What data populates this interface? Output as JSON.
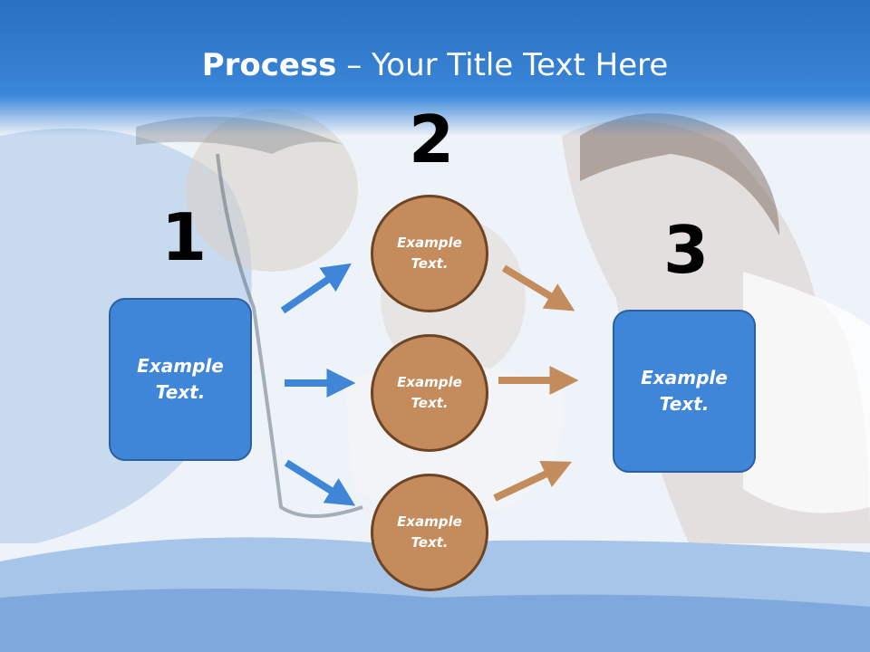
{
  "title": {
    "bold": "Process",
    "rest": " – Your Title Text Here"
  },
  "steps": {
    "one": "1",
    "two": "2",
    "three": "3"
  },
  "left_box": {
    "line1": "Example",
    "line2": "Text."
  },
  "right_box": {
    "line1": "Example",
    "line2": "Text."
  },
  "circles": [
    {
      "line1": "Example",
      "line2": "Text."
    },
    {
      "line1": "Example",
      "line2": "Text."
    },
    {
      "line1": "Example",
      "line2": "Text."
    }
  ],
  "colors": {
    "header": "#2a6fc0",
    "box_fill": "#3f86d8",
    "circle_fill": "#c48b5c",
    "blue_arrow": "#3f86d8",
    "orange_arrow": "#c48b5c"
  }
}
